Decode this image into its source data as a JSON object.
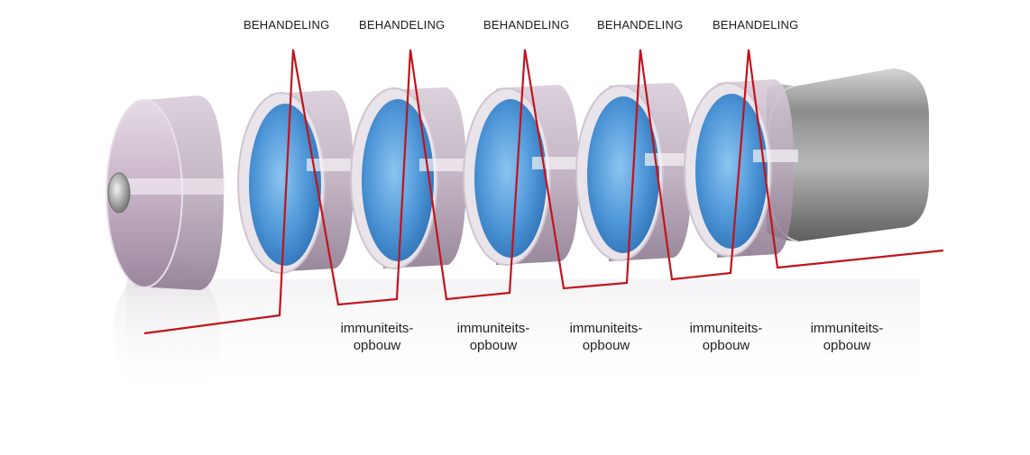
{
  "top_labels": [
    "BEHANDELING",
    "BEHANDELING",
    "BEHANDELING",
    "BEHANDELING",
    "BEHANDELING"
  ],
  "bottom_labels": [
    {
      "line1": "immuniteits-",
      "line2": "opbouw"
    },
    {
      "line1": "immuniteits-",
      "line2": "opbouw"
    },
    {
      "line1": "immuniteits-",
      "line2": "opbouw"
    },
    {
      "line1": "immuniteits-",
      "line2": "opbouw"
    },
    {
      "line1": "immuniteits-",
      "line2": "opbouw"
    }
  ],
  "colors": {
    "line": "#c0141c",
    "ring_blue": "#4f97d8",
    "cap_purple": "#c7b7c9",
    "metal": "#9a9a9a"
  }
}
